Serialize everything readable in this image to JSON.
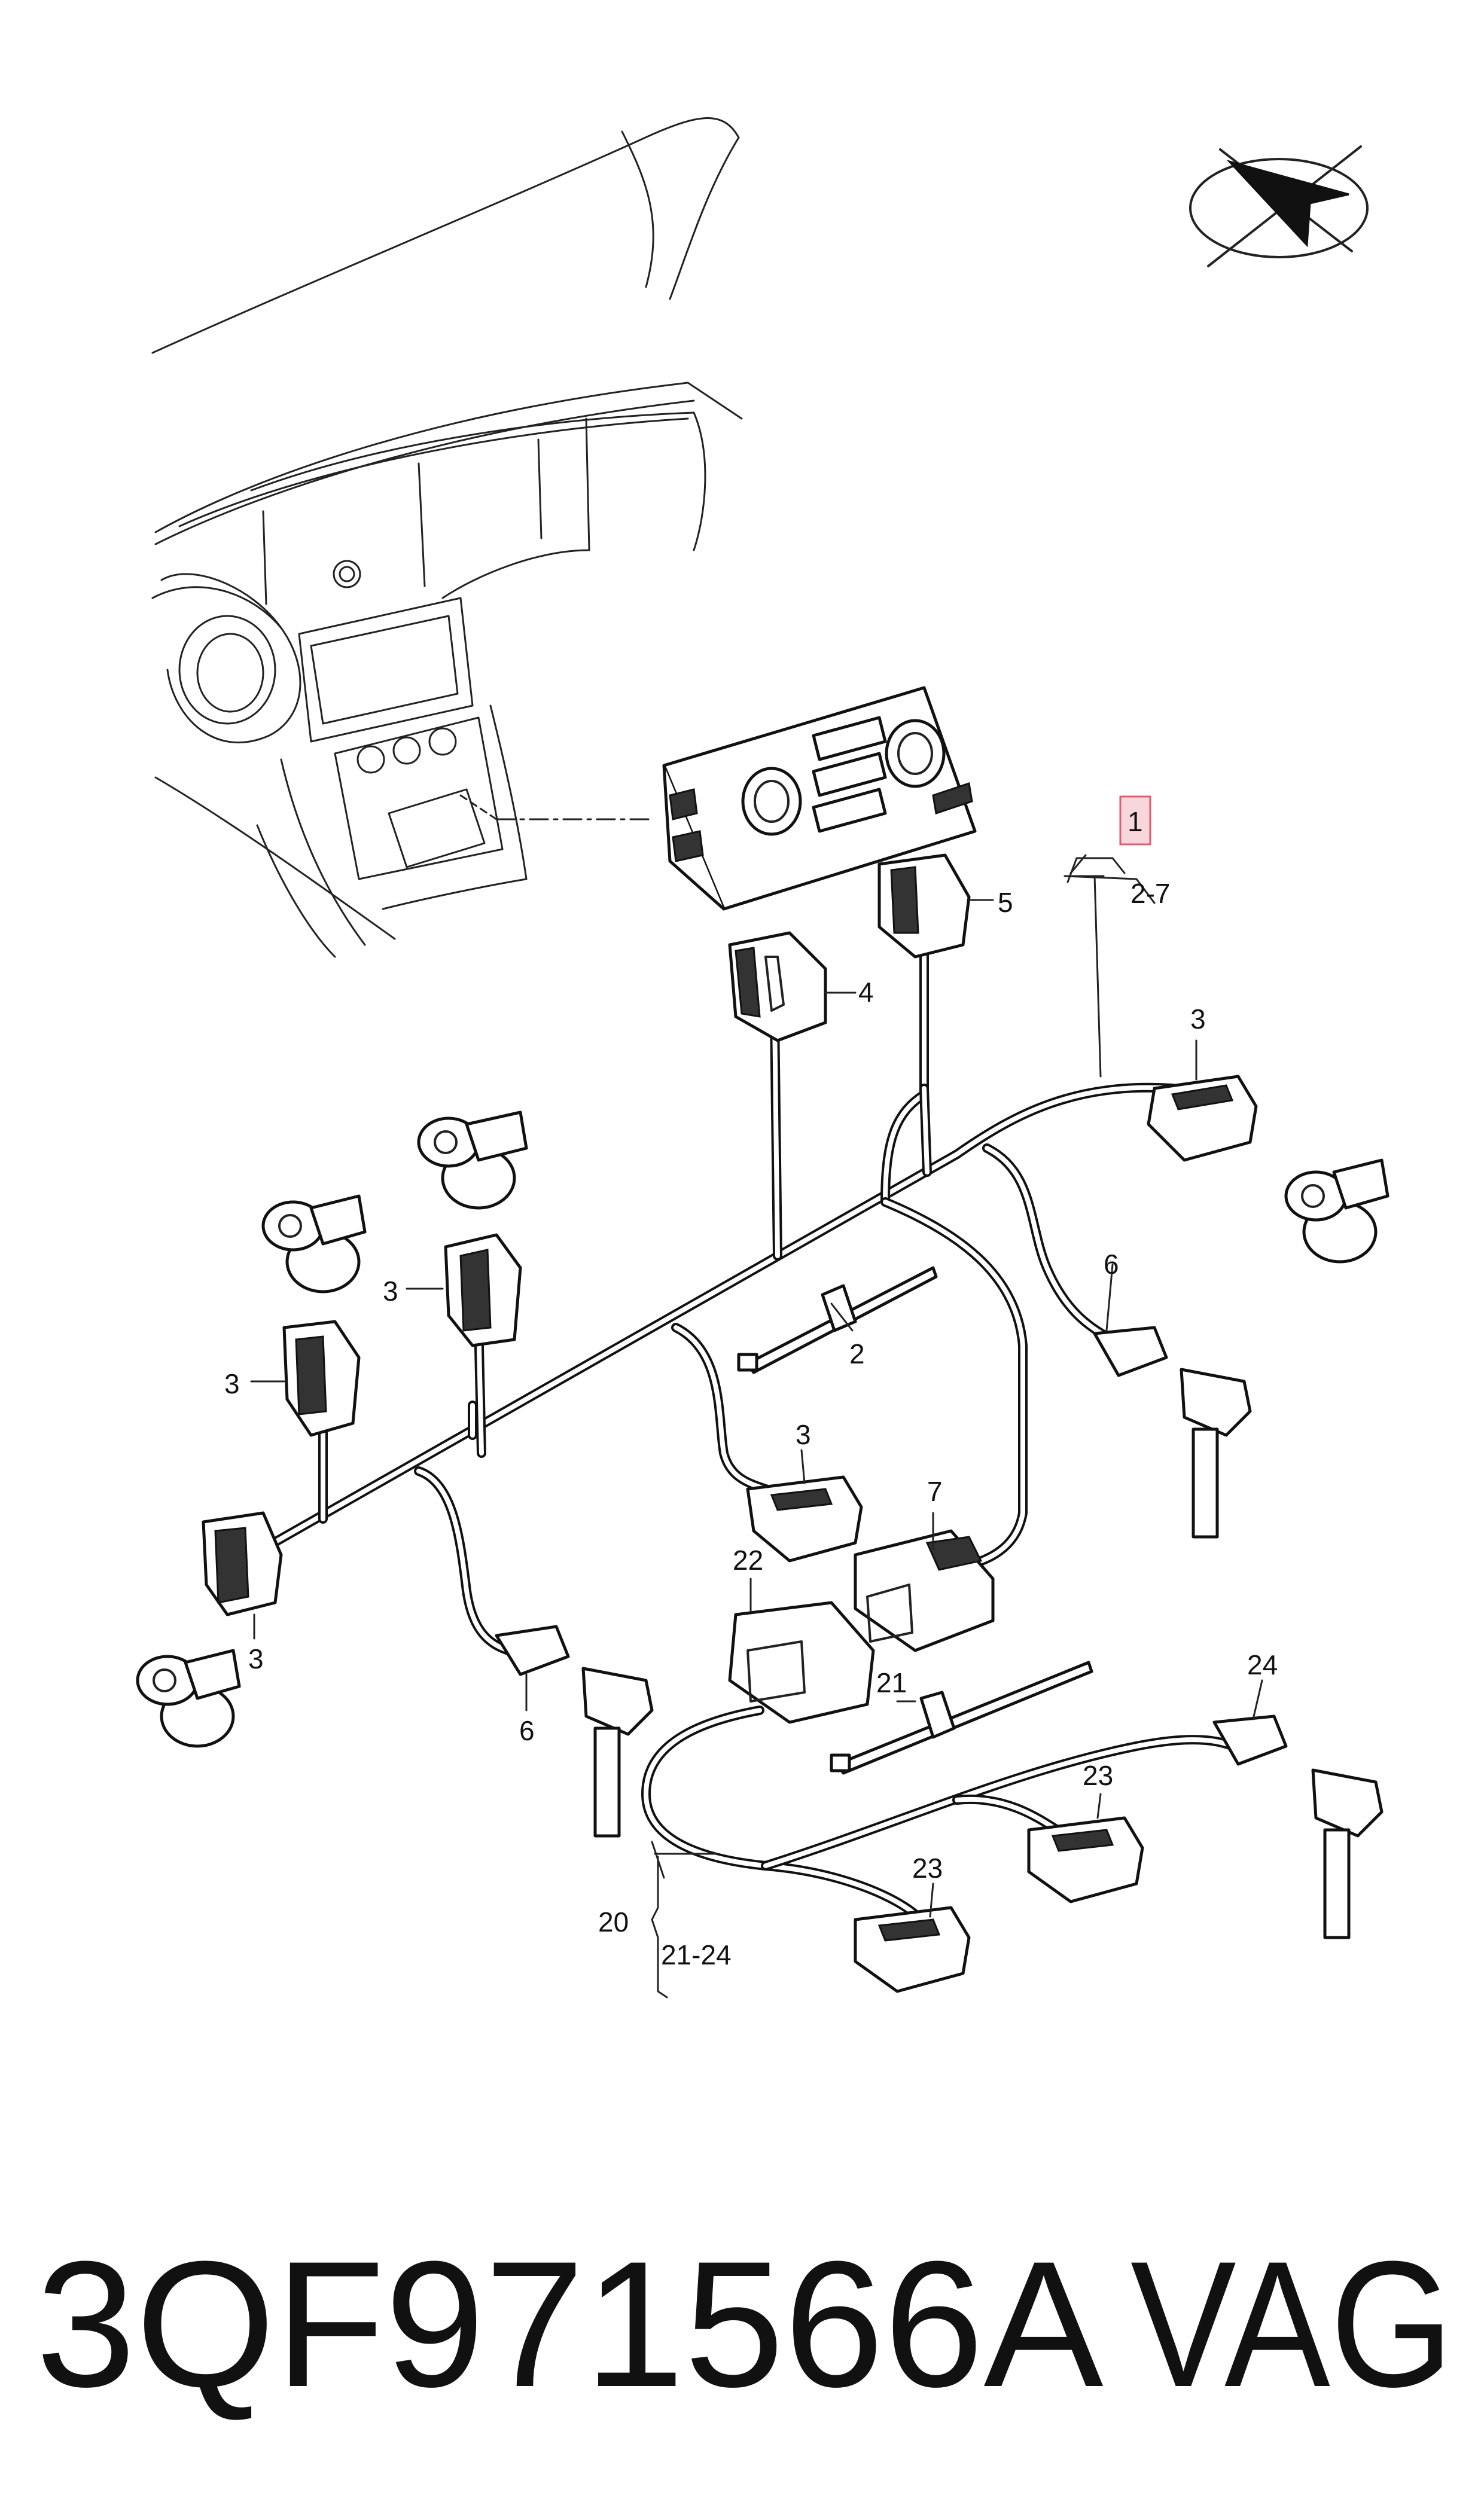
{
  "callouts": [
    {
      "id": "c1",
      "text": "1"
    },
    {
      "id": "c1-range",
      "text": "2-7"
    },
    {
      "id": "c2",
      "text": "2"
    },
    {
      "id": "c3a",
      "text": "3"
    },
    {
      "id": "c3b",
      "text": "3"
    },
    {
      "id": "c3c",
      "text": "3"
    },
    {
      "id": "c3d",
      "text": "3"
    },
    {
      "id": "c3e",
      "text": "3"
    },
    {
      "id": "c4",
      "text": "4"
    },
    {
      "id": "c5",
      "text": "5"
    },
    {
      "id": "c6a",
      "text": "6"
    },
    {
      "id": "c6b",
      "text": "6"
    },
    {
      "id": "c7",
      "text": "7"
    },
    {
      "id": "c20",
      "text": "20"
    },
    {
      "id": "c20-range",
      "text": "21-24"
    },
    {
      "id": "c21",
      "text": "21"
    },
    {
      "id": "c22",
      "text": "22"
    },
    {
      "id": "c23a",
      "text": "23"
    },
    {
      "id": "c23b",
      "text": "23"
    },
    {
      "id": "c24",
      "text": "24"
    }
  ],
  "part_number": "3QF971566A",
  "brand": "VAG",
  "colors": {
    "line": "#111111",
    "highlight_fill": "#f7d6dc",
    "highlight_stroke": "#e05a70"
  },
  "icons": [
    "compass-arrow-icon"
  ]
}
